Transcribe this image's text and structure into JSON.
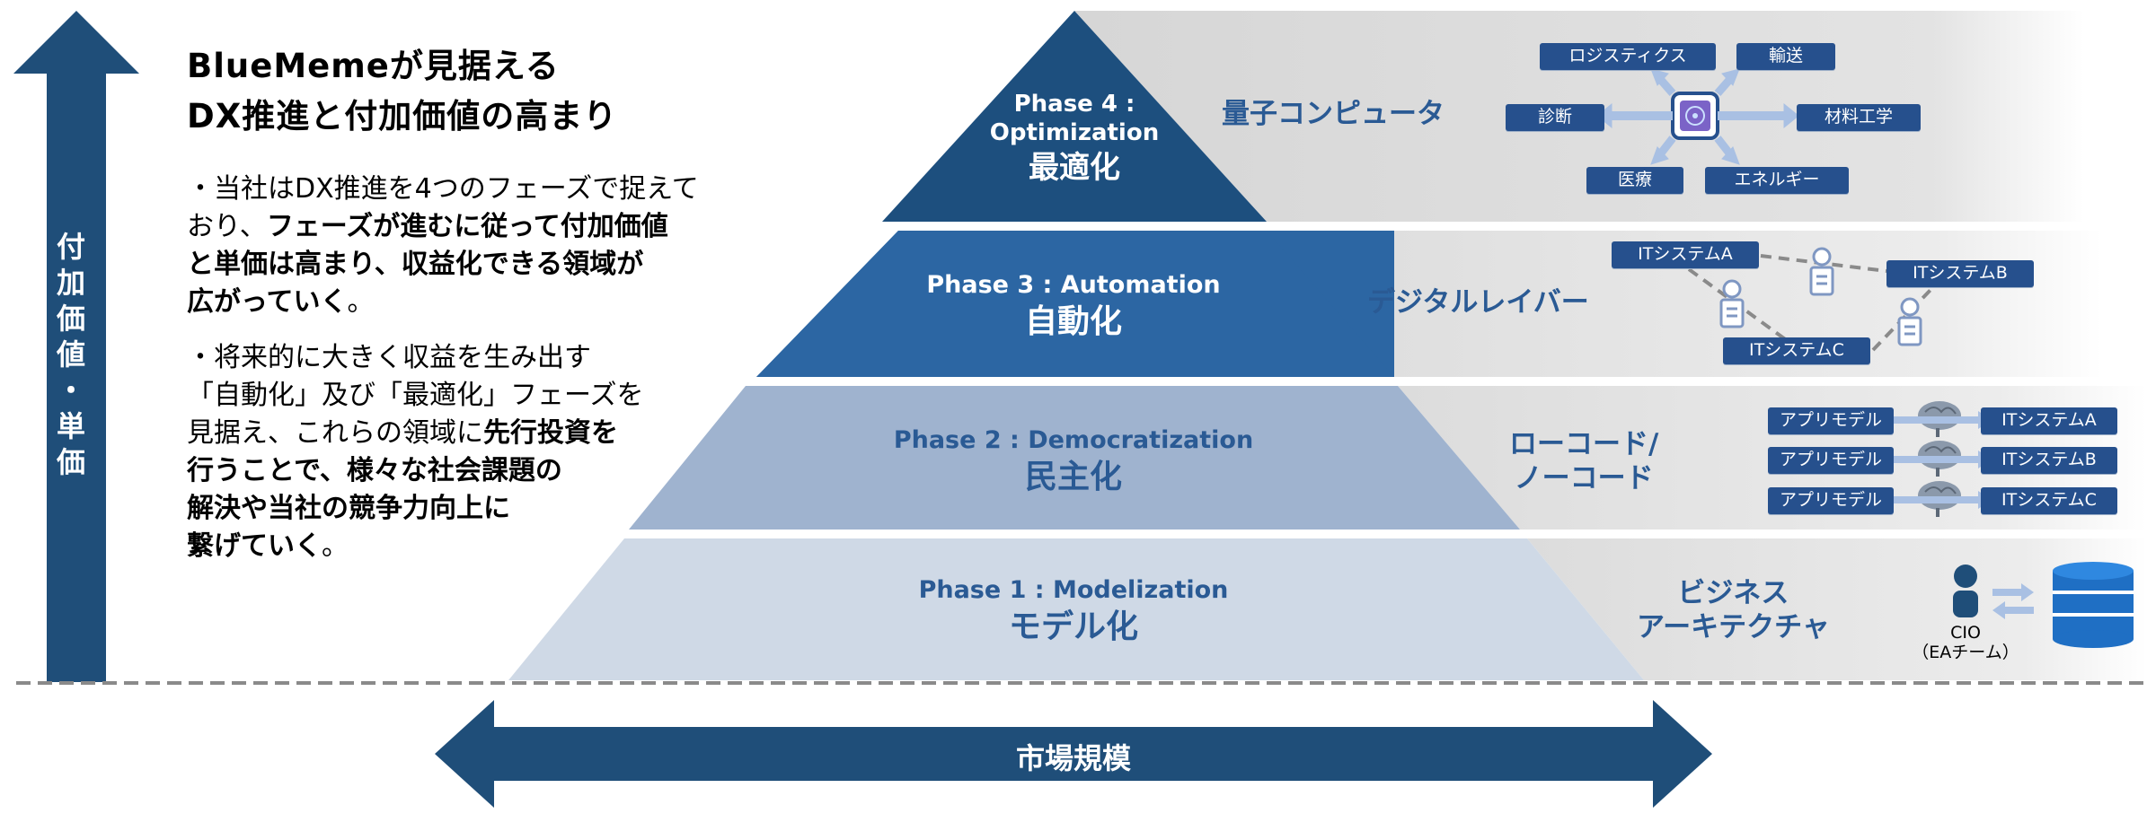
{
  "title_lines": [
    "BlueMemeが見据える",
    "DX推進と付加価値の高まり"
  ],
  "paragraph1": {
    "normal_1": "・当社はDX推進を4つのフェーズで捉えて",
    "normal_2": "おり、",
    "bold_1": "フェーズが進むに従って付加価値",
    "bold_2": "と単価は高まり、収益化できる領域が",
    "bold_3": "広がっていく",
    "normal_3": "。"
  },
  "paragraph2": {
    "normal_1": "・将来的に大きく収益を生み出す",
    "normal_2": "「自動化」及び「最適化」フェーズを",
    "normal_3": "見据え、これらの領域に",
    "bold_1": "先行投資を",
    "bold_2": "行うことで、様々な社会課題の",
    "bold_3": "解決や当社の競争力向上に",
    "bold_4": "繋げていく",
    "normal_4": "。"
  },
  "y_axis_label": [
    "付",
    "加",
    "価",
    "値",
    "・",
    "単",
    "価"
  ],
  "x_axis_label": "市場規模",
  "phases": [
    {
      "en_1": "Phase 4 :",
      "en_2": "Optimization",
      "jp": "最適化",
      "side": "量子コンピュータ"
    },
    {
      "en": "Phase 3 : Automation",
      "jp": "自動化",
      "side": "デジタルレイバー"
    },
    {
      "en": "Phase 2 : Democratization",
      "jp": "民主化",
      "side_1": "ローコード/",
      "side_2": "ノーコード"
    },
    {
      "en": "Phase 1 : Modelization",
      "jp": "モデル化",
      "side_1": "ビジネス",
      "side_2": "アーキテクチャ"
    }
  ],
  "phase4_chips": [
    "ロジスティクス",
    "輸送",
    "診断",
    "材料工学",
    "医療",
    "エネルギー"
  ],
  "phase3_chips": [
    "ITシステムA",
    "ITシステムB",
    "ITシステムC"
  ],
  "phase2_rows": [
    {
      "left": "アプリモデル",
      "right": "ITシステムA"
    },
    {
      "left": "アプリモデル",
      "right": "ITシステムB"
    },
    {
      "left": "アプリモデル",
      "right": "ITシステムC"
    }
  ],
  "phase1_cio": [
    "CIO",
    "（EAチーム）"
  ],
  "colors": {
    "navy": "#1f4e79",
    "phase4": "#1d4f7e",
    "phase3": "#2c66a3",
    "phase2": "#9fb3cf",
    "phase1": "#cfd9e6",
    "band": "#dcdcdc",
    "chip": "#26508d"
  }
}
